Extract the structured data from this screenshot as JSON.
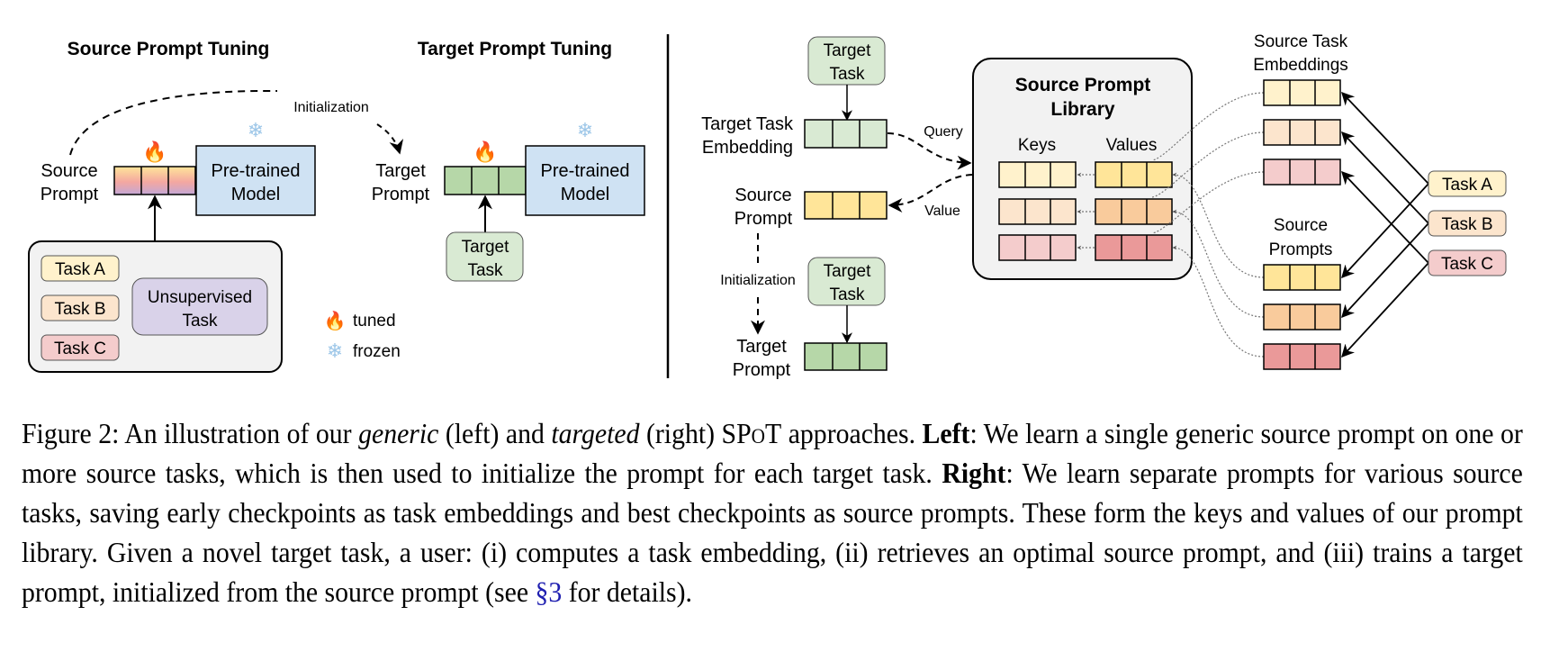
{
  "left": {
    "title_source": "Source Prompt Tuning",
    "title_target": "Target Prompt Tuning",
    "initialization_label": "Initialization",
    "source_prompt_label": [
      "Source",
      "Prompt"
    ],
    "target_prompt_label": [
      "Target",
      "Prompt"
    ],
    "pretrained_model_label": [
      "Pre-trained",
      "Model"
    ],
    "tasks": [
      "Task A",
      "Task B",
      "Task C"
    ],
    "unsupervised_task": [
      "Unsupervised",
      "Task"
    ],
    "target_task": [
      "Target",
      "Task"
    ],
    "legend": [
      {
        "icon": "fire-icon",
        "glyph": "🔥",
        "label": "tuned"
      },
      {
        "icon": "snowflake-icon",
        "glyph": "❄",
        "label": "frozen"
      }
    ]
  },
  "right": {
    "target_task_top": [
      "Target",
      "Task"
    ],
    "target_task_embedding_label": [
      "Target Task",
      "Embedding"
    ],
    "query_label": "Query",
    "value_label": "Value",
    "source_prompt_label": [
      "Source",
      "Prompt"
    ],
    "initialization_label": "Initialization",
    "target_task_bottom": [
      "Target",
      "Task"
    ],
    "target_prompt_label": [
      "Target",
      "Prompt"
    ],
    "library_title": [
      "Source Prompt",
      "Library"
    ],
    "keys_label": "Keys",
    "values_label": "Values",
    "source_task_embeddings_label": [
      "Source Task",
      "Embeddings"
    ],
    "source_prompts_label": [
      "Source",
      "Prompts"
    ],
    "tasks": [
      "Task A",
      "Task B",
      "Task C"
    ]
  },
  "colors": {
    "task_a_light": "#fff2cc",
    "task_b_light": "#fce5cd",
    "task_c_light": "#f4cccc",
    "task_a_value": "#ffe599",
    "task_b_value": "#f9cb9c",
    "task_c_value": "#ea9999",
    "green_light": "#d9ead3",
    "green_mid": "#b6d7a8",
    "model_blue": "#cfe2f3",
    "unsupervised_purple": "#d9d2e9",
    "panel_gray": "#f2f2f2"
  },
  "caption": {
    "prefix": "Figure 2:  An illustration of our ",
    "generic": "generic",
    "mid1": " (left) and ",
    "targeted": "targeted",
    "mid2": " (right) ",
    "spot": "SPoT",
    "mid3": " approaches.  ",
    "left_bold": "Left",
    "left_text": ":  We learn a single generic source prompt on one or more source tasks, which is then used to initialize the prompt for each target task. ",
    "right_bold": "Right",
    "right_text": ": We learn separate prompts for various source tasks, saving early checkpoints as task embeddings and best checkpoints as source prompts.  These form the keys and values of our prompt library. Given a novel target task, a user:  (i) computes a task embedding, (ii) retrieves an optimal source prompt, and (iii) trains a target prompt, initialized from the source prompt (see ",
    "ref": "§3",
    "suffix": " for details)."
  }
}
